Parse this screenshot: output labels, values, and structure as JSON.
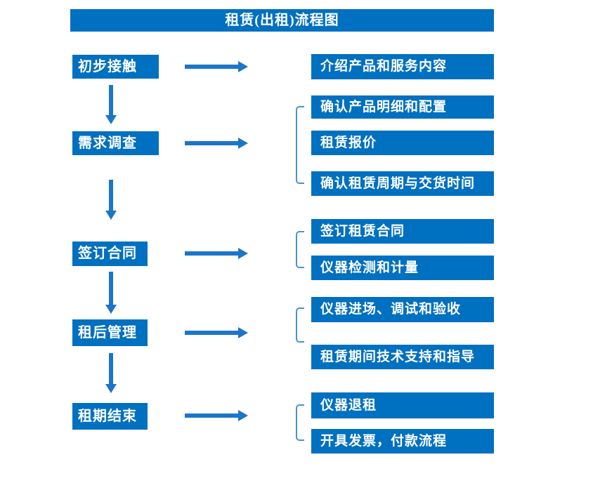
{
  "flow": {
    "title": "租赁(出租)流程图",
    "rows": [
      {
        "step": "初步接触",
        "details": [
          "介绍产品和服务内容"
        ]
      },
      {
        "step": "需求调查",
        "details": [
          "确认产品明细和配置",
          "租赁报价",
          "确认租赁周期与交货时间"
        ]
      },
      {
        "step": "签订合同",
        "details": [
          "签订租赁合同",
          "仪器检测和计量"
        ]
      },
      {
        "step": "租后管理",
        "details": [
          "仪器进场、调试和验收",
          "租赁期间技术支持和指导"
        ]
      },
      {
        "step": "租期结束",
        "details": [
          "仪器退租",
          "开具发票，付款流程"
        ]
      }
    ]
  },
  "icons": {
    "right_arrow": "arrow-right-icon",
    "down_arrow": "arrow-down-icon",
    "bracket": "group-bracket-icon"
  },
  "colors": {
    "box_blue": "#0070C0",
    "arrow_blue": "#1B75C8",
    "bracket_blue": "#4E8FD4",
    "text_white": "#FFFFFF",
    "background": "#FFFFFF"
  }
}
